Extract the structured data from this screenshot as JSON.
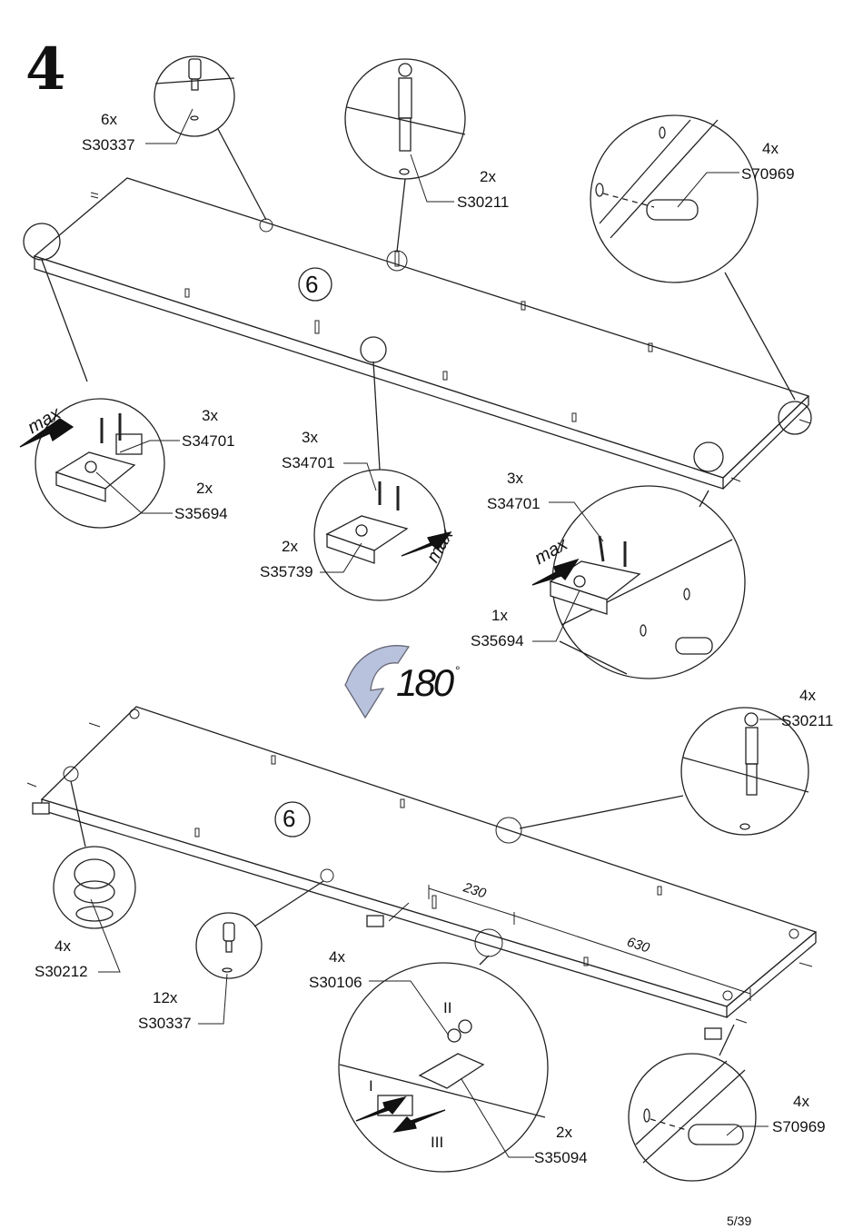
{
  "step_number": "4",
  "page_number": "5/39",
  "rotation": {
    "value": "180",
    "degree_symbol": "°"
  },
  "panel_number": "6",
  "max_label": "max",
  "dimensions": {
    "a": "230",
    "b": "630"
  },
  "callouts": {
    "top_dowel": {
      "qty": "6x",
      "part": "S30337"
    },
    "top_screw": {
      "qty": "2x",
      "part": "S30211"
    },
    "top_pin": {
      "qty": "4x",
      "part": "S70969"
    },
    "left_screws": {
      "qty": "3x",
      "part": "S34701"
    },
    "left_bracket": {
      "qty": "2x",
      "part": "S35694"
    },
    "mid_screws": {
      "qty": "3x",
      "part": "S34701"
    },
    "mid_bracket": {
      "qty": "2x",
      "part": "S35739"
    },
    "right_screws": {
      "qty": "3x",
      "part": "S34701"
    },
    "right_bracket": {
      "qty": "1x",
      "part": "S35694"
    },
    "bottom_screw": {
      "qty": "4x",
      "part": "S30211"
    },
    "bottom_cam": {
      "qty": "4x",
      "part": "S30212"
    },
    "bottom_dowel": {
      "qty": "12x",
      "part": "S30337"
    },
    "bottom_screws2": {
      "qty": "4x",
      "part": "S30106"
    },
    "bottom_latch": {
      "qty": "2x",
      "part": "S35094"
    },
    "bottom_pin": {
      "qty": "4x",
      "part": "S70969"
    }
  },
  "roman": {
    "one": "I",
    "two": "II",
    "three": "III"
  }
}
